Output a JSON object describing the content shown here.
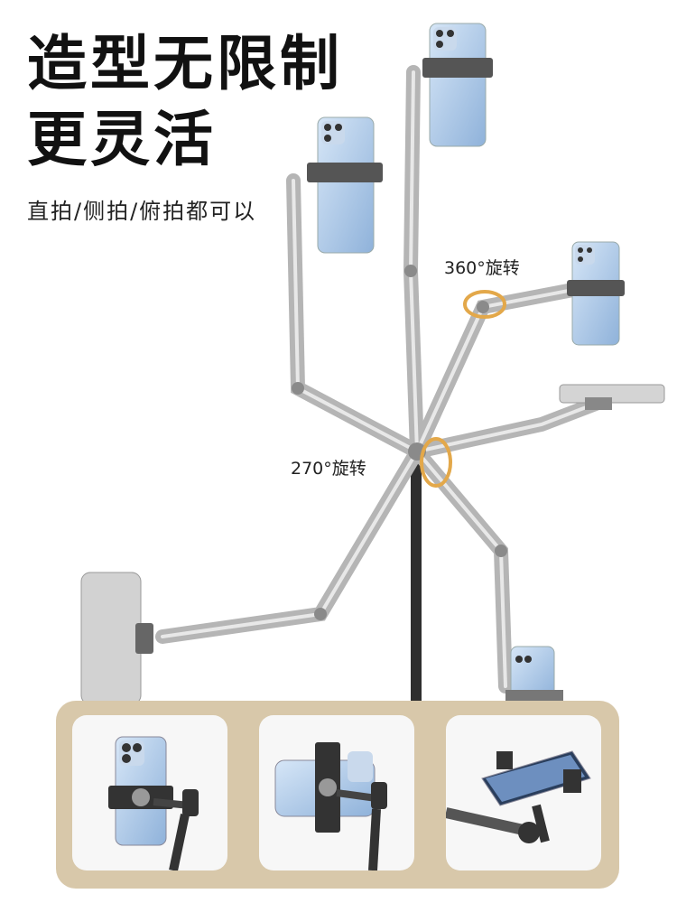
{
  "headline": {
    "line1": "造型无限制",
    "line2": "更灵活"
  },
  "subtitle": "直拍/侧拍/俯拍都可以",
  "annotations": {
    "rotate_360": "360°旋转",
    "rotate_270": "270°旋转"
  },
  "colors": {
    "accent_ring": "#e3a84a",
    "panel_bg": "#d8c8aa",
    "phone_blue": "#a9c6e6",
    "pole": "#333333"
  }
}
